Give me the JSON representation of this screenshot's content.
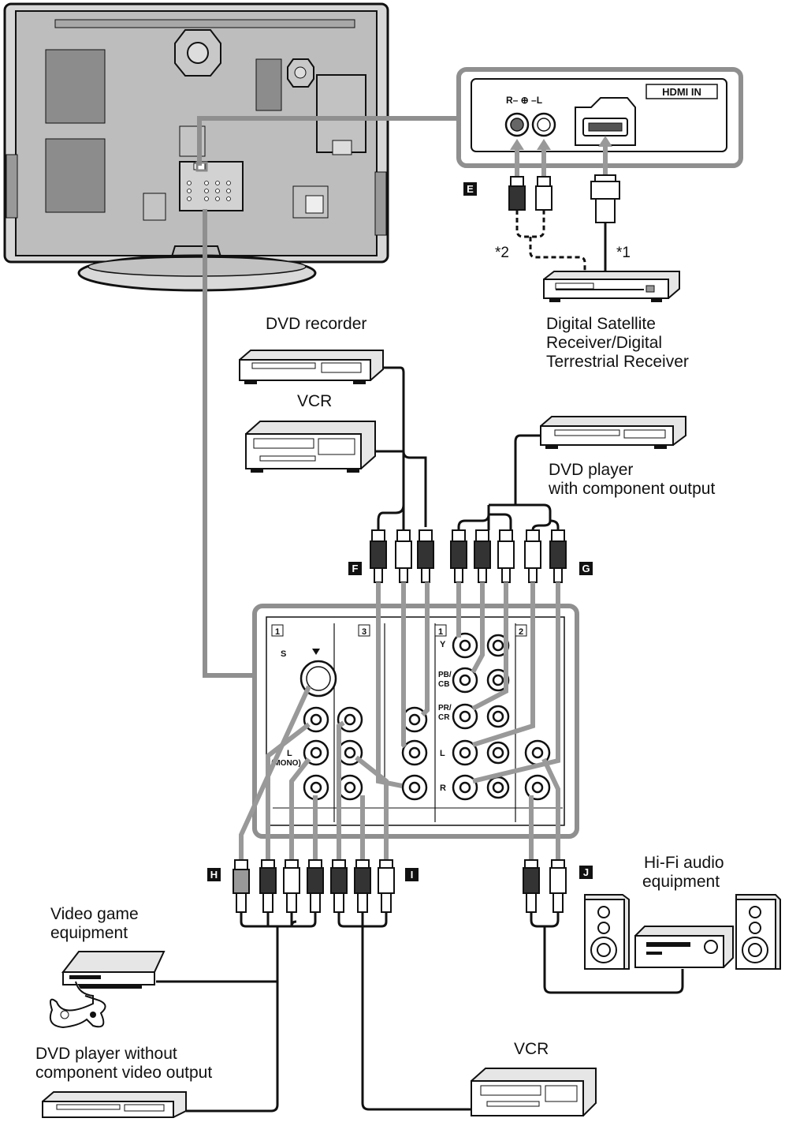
{
  "labels": {
    "dvd_recorder": "DVD recorder",
    "vcr_top": "VCR",
    "dvd_component": [
      "DVD player",
      "with component output"
    ],
    "digital_receiver": [
      "Digital Satellite",
      "Receiver/Digital",
      "Terrestrial Receiver"
    ],
    "hifi": [
      "Hi-Fi audio",
      "equipment"
    ],
    "video_game": [
      "Video game",
      "equipment"
    ],
    "dvd_no_component": [
      "DVD player without",
      "component video output"
    ],
    "vcr_bottom": "VCR"
  },
  "notes": {
    "star1": "*1",
    "star2": "*2"
  },
  "badges": {
    "E": "E",
    "F": "F",
    "G": "G",
    "H": "H",
    "I": "I",
    "J": "J"
  },
  "panel_top": {
    "hdmi": "HDMI IN",
    "audio": "R– ⊕ –L"
  },
  "panel_bottom": {
    "n1": "1",
    "n3": "3",
    "n1b": "1",
    "n2": "2",
    "s": "S",
    "y": "Y",
    "pb": "PB/",
    "cb": "CB",
    "pr": "PR/",
    "cr": "CR",
    "l": "L",
    "mono": "(MONO)",
    "r": "R"
  },
  "colors": {
    "line": "#111111",
    "tv_body": "#b9b9b9",
    "tv_stand": "#cfcfcf",
    "panel_outline": "#8a8a8a",
    "link": "#8f8f8f"
  }
}
